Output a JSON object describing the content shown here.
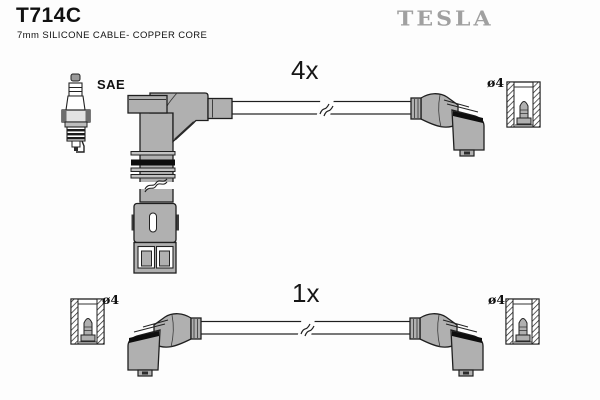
{
  "header": {
    "part_number": "T714C",
    "subtitle": "7mm SILICONE CABLE- COPPER CORE",
    "brand": "TESLA"
  },
  "diagram": {
    "top_row": {
      "quantity": "4x",
      "plug_standard_label": "SAE",
      "terminal_diameter": "ø4"
    },
    "bottom_row": {
      "quantity": "1x",
      "terminal_diameter_left": "ø4",
      "terminal_diameter_right": "ø4"
    },
    "icons": [
      "spark-plug-icon",
      "coil-boot-connector-icon",
      "angled-plug-boot-icon",
      "terminal-cup-section-icon",
      "cable-break-mark-icon"
    ]
  },
  "colors": {
    "boot-gray": "#b0b0b0",
    "outline": "#1f1f1f",
    "logo-gray": "#a0a0a0",
    "ink": "#111111",
    "bg": "#fdfdfd"
  }
}
